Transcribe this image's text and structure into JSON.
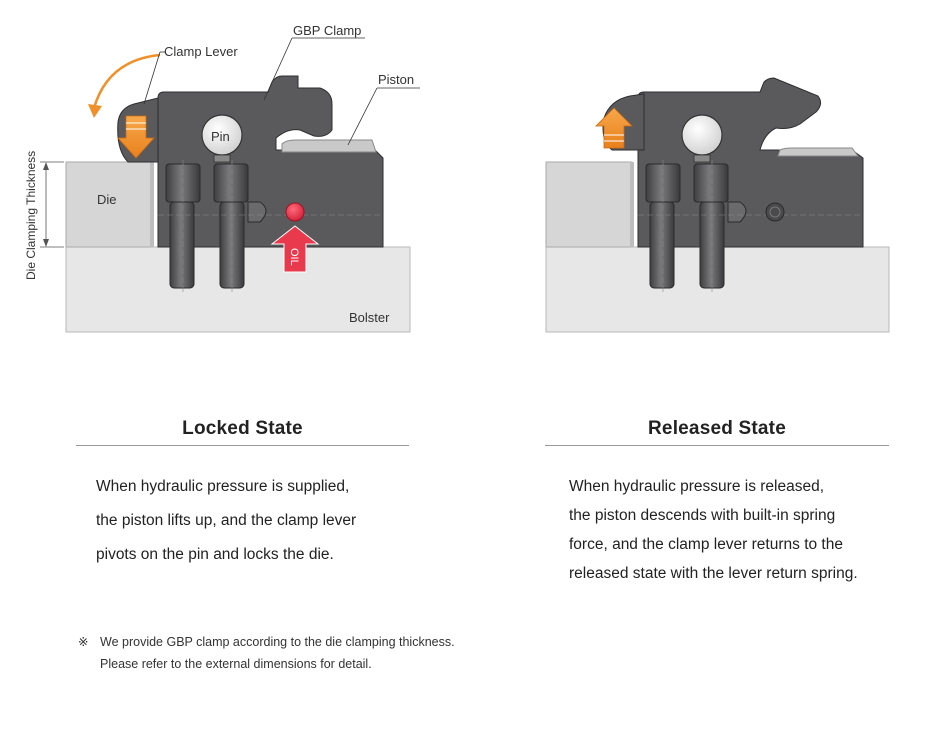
{
  "locked": {
    "labels": {
      "clamp_lever": "Clamp Lever",
      "gbp_clamp": "GBP Clamp",
      "piston": "Piston",
      "pin": "Pin",
      "die": "Die",
      "bolster": "Bolster",
      "oil": "OIL",
      "die_clamping_thickness": "Die Clamping Thickness"
    },
    "title": "Locked State",
    "lines": [
      "When hydraulic pressure is supplied,",
      "the piston lifts up, and the clamp lever",
      "pivots on the pin and locks the die."
    ]
  },
  "released": {
    "title": "Released State",
    "lines": [
      "When hydraulic pressure is released,",
      "the piston descends with built-in spring",
      "force, and the clamp lever returns to the",
      "released state with the lever return spring."
    ]
  },
  "note": {
    "mark": "※",
    "lines": [
      "We provide GBP clamp according to the die clamping thickness.",
      "Please refer to the external dimensions for detail."
    ]
  },
  "colors": {
    "clamp_body": "#5a5a5c",
    "bolt": "#4a4a4c",
    "bolster": "#e7e7e7",
    "die": "#d6d6d6",
    "arrow_orange": "#f0902a",
    "oil_red": "#e8394d"
  }
}
